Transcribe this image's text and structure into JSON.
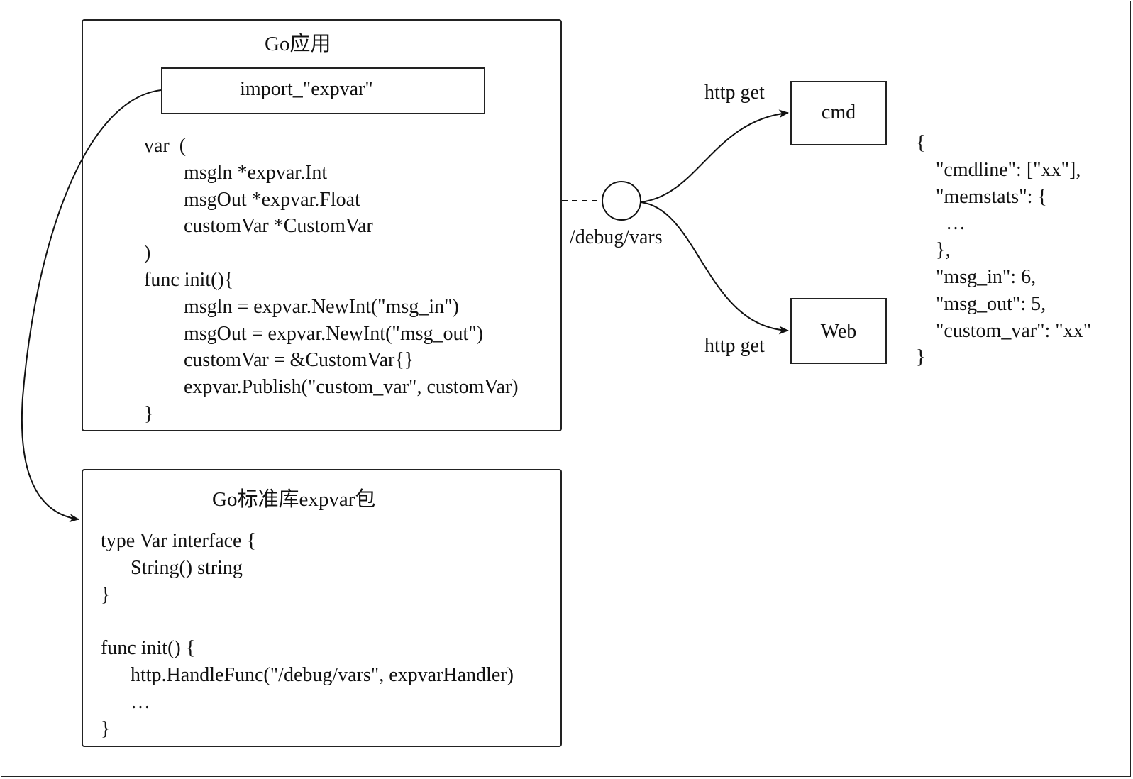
{
  "app_box": {
    "title": "Go应用",
    "import_stmt": "import_\"expvar\"",
    "code_lines": [
      "var  (",
      "        msgln *expvar.Int",
      "        msgOut *expvar.Float",
      "        customVar *CustomVar",
      ")",
      "func init(){",
      "        msgln = expvar.NewInt(\"msg_in\")",
      "        msgOut = expvar.NewInt(\"msg_out\")",
      "        customVar = &CustomVar{}",
      "        expvar.Publish(\"custom_var\", customVar)",
      "}"
    ]
  },
  "lib_box": {
    "title": "Go标准库expvar包",
    "code_lines": [
      "type Var interface {",
      "      String() string",
      "}",
      "",
      "func init() {",
      "      http.HandleFunc(\"/debug/vars\", expvarHandler)",
      "      …",
      "}"
    ]
  },
  "endpoint": {
    "label": "/debug/vars"
  },
  "clients": {
    "cmd": {
      "label": "cmd",
      "edge_label": "http get"
    },
    "web": {
      "label": "Web",
      "edge_label": "http get"
    }
  },
  "json_output": {
    "lines": [
      "{",
      "    \"cmdline\": [\"xx\"],",
      "    \"memstats\": {",
      "      …",
      "    },",
      "    \"msg_in\": 6,",
      "    \"msg_out\": 5,",
      "    \"custom_var\": \"xx\"",
      "}"
    ]
  }
}
